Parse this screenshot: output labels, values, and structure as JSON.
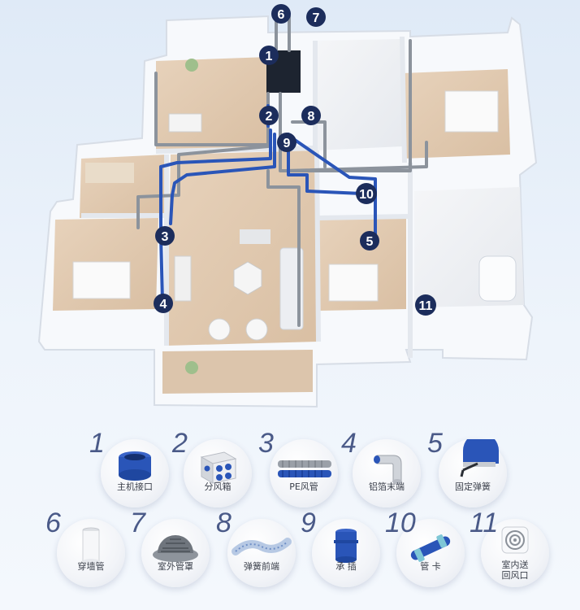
{
  "diagram": {
    "markers": [
      {
        "num": "1"
      },
      {
        "num": "2"
      },
      {
        "num": "3"
      },
      {
        "num": "4"
      },
      {
        "num": "5"
      },
      {
        "num": "6"
      },
      {
        "num": "7"
      },
      {
        "num": "8"
      },
      {
        "num": "9"
      },
      {
        "num": "10"
      },
      {
        "num": "11"
      }
    ]
  },
  "legend": {
    "items": [
      {
        "num": "1",
        "label": "主机接口",
        "icon": "host-interface-icon"
      },
      {
        "num": "2",
        "label": "分风箱",
        "icon": "distribution-box-icon"
      },
      {
        "num": "3",
        "label": "PE风管",
        "icon": "pe-duct-icon"
      },
      {
        "num": "4",
        "label": "铝箔末端",
        "icon": "foil-terminal-icon"
      },
      {
        "num": "5",
        "label": "固定弹簧",
        "icon": "fixing-spring-icon"
      },
      {
        "num": "6",
        "label": "穿墙管",
        "icon": "wall-pipe-icon"
      },
      {
        "num": "7",
        "label": "室外管罩",
        "icon": "outdoor-hood-icon"
      },
      {
        "num": "8",
        "label": "弹簧前端",
        "icon": "spring-front-icon"
      },
      {
        "num": "9",
        "label": "承 插",
        "icon": "socket-joint-icon"
      },
      {
        "num": "10",
        "label": "管 卡",
        "icon": "pipe-clamp-icon"
      },
      {
        "num": "11",
        "label_line1": "室内送",
        "label_line2": "回风口",
        "icon": "indoor-vent-icon"
      }
    ]
  },
  "colors": {
    "duct_blue": "#2a55b8",
    "duct_grey": "#8c939c",
    "marker_navy": "#1c2d5c",
    "legend_number": "#4a5a88"
  }
}
